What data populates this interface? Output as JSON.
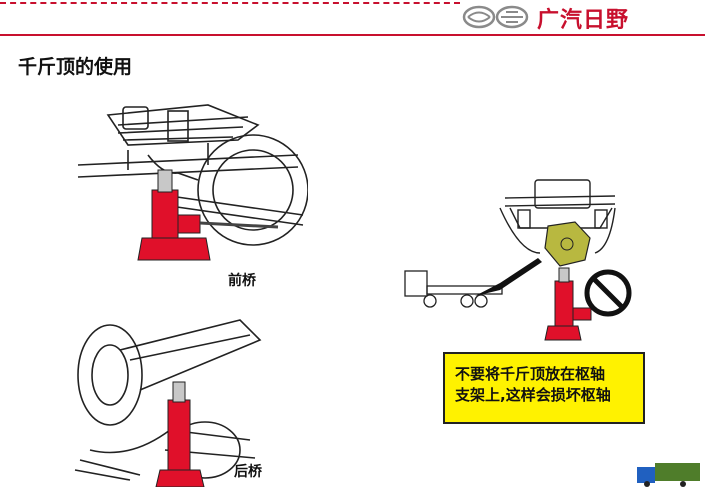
{
  "header": {
    "brand_text": "广汽日野"
  },
  "page": {
    "title": "千斤顶的使用"
  },
  "figures": {
    "front_axle_label": "前桥",
    "rear_axle_label": "后桥"
  },
  "warning": {
    "line1": "不要将千斤顶放在枢轴",
    "line2": "支架上,这样会损坏枢轴"
  },
  "colors": {
    "brand_red": "#c8102e",
    "jack_red": "#e0102a",
    "warning_yellow": "#fff200",
    "pivot_olive": "#b8b840"
  }
}
